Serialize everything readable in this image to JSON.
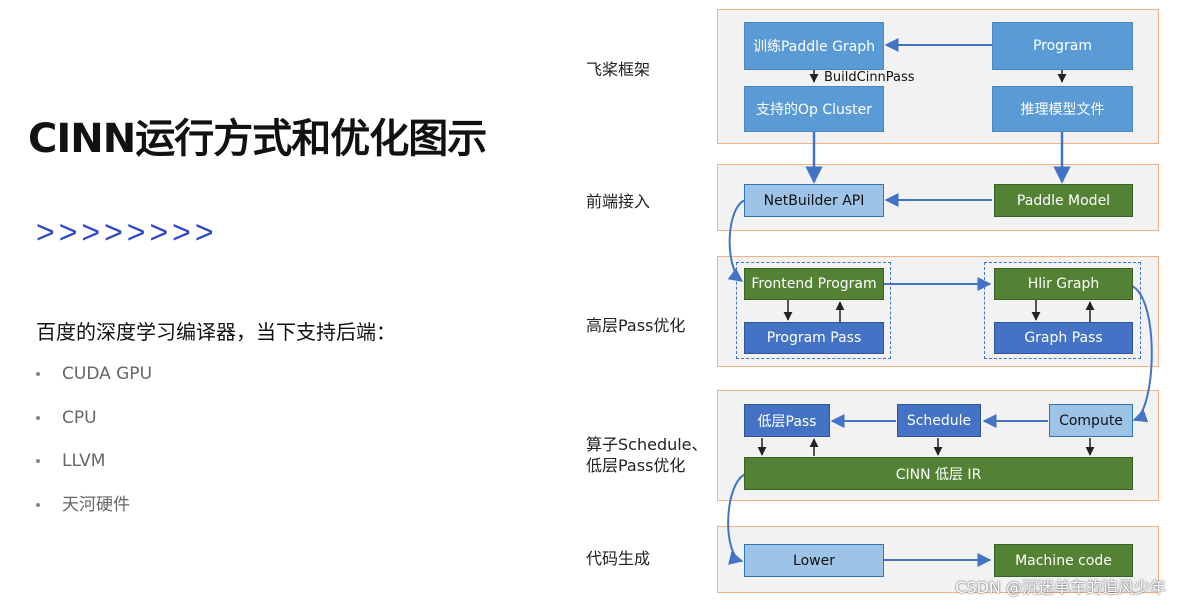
{
  "title": "CINN运行方式和优化图示",
  "chevrons": ">>>>>>>>",
  "intro": "百度的深度学习编译器，当下支持后端：",
  "backends": [
    "CUDA GPU",
    "CPU",
    "LLVM",
    "天河硬件"
  ],
  "stages": {
    "framework": "飞桨框架",
    "frontend": "前端接入",
    "highpass": "高层Pass优化",
    "schedule_line1": "算子Schedule、",
    "schedule_line2": "低层Pass优化",
    "codegen": "代码生成"
  },
  "nodes": {
    "train_graph": "训练Paddle Graph",
    "program": "Program",
    "op_cluster": "支持的Op Cluster",
    "infer_model": "推理模型文件",
    "netbuilder": "NetBuilder API",
    "paddle_model": "Paddle Model",
    "frontend_program": "Frontend Program",
    "program_pass": "Program Pass",
    "hlir_graph": "Hlir Graph",
    "graph_pass": "Graph Pass",
    "low_pass": "低层Pass",
    "schedule": "Schedule",
    "compute": "Compute",
    "cinn_ir": "CINN 低层 IR",
    "lower": "Lower",
    "machine_code": "Machine code"
  },
  "edge_labels": {
    "build_cinn_pass": "BuildCinnPass"
  },
  "watermark": "CSDN @沉迷单车的追风少年",
  "colors": {
    "accent_blue": "#2f46c8",
    "node_blue": "#5b9bd5",
    "node_light_blue": "#9dc3e6",
    "node_green": "#548235",
    "node_dark_blue": "#4472c4",
    "panel_border": "#f4b183",
    "arrow": "#4472c4"
  }
}
